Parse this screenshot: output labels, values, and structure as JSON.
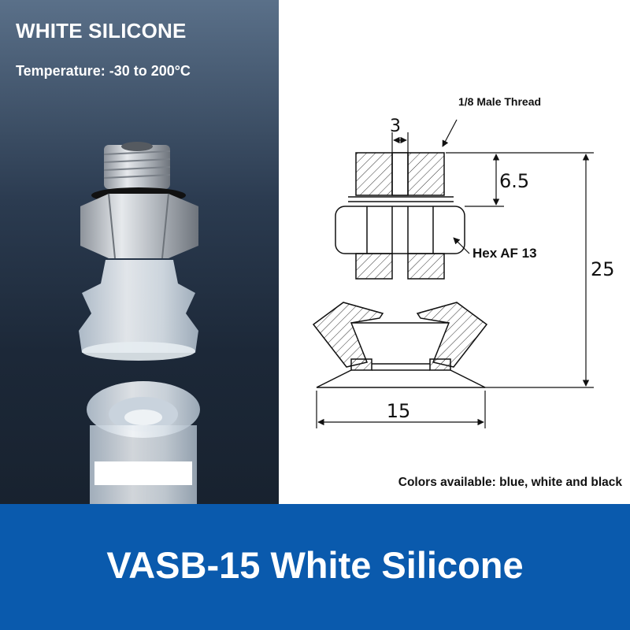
{
  "photo": {
    "title": "WHITE SILICONE",
    "temperature": "Temperature: -30 to 200°C"
  },
  "drawing": {
    "thread_label": "1/8 Male Thread",
    "hex_label": "Hex AF 13",
    "dim_hole": "3",
    "dim_thread_length": "6.5",
    "dim_total_height": "25",
    "dim_cup_diameter": "15"
  },
  "colors_note": "Colors available: blue, white and black",
  "footer": {
    "title": "VASB-15 White Silicone",
    "background": "#0a5aad"
  }
}
